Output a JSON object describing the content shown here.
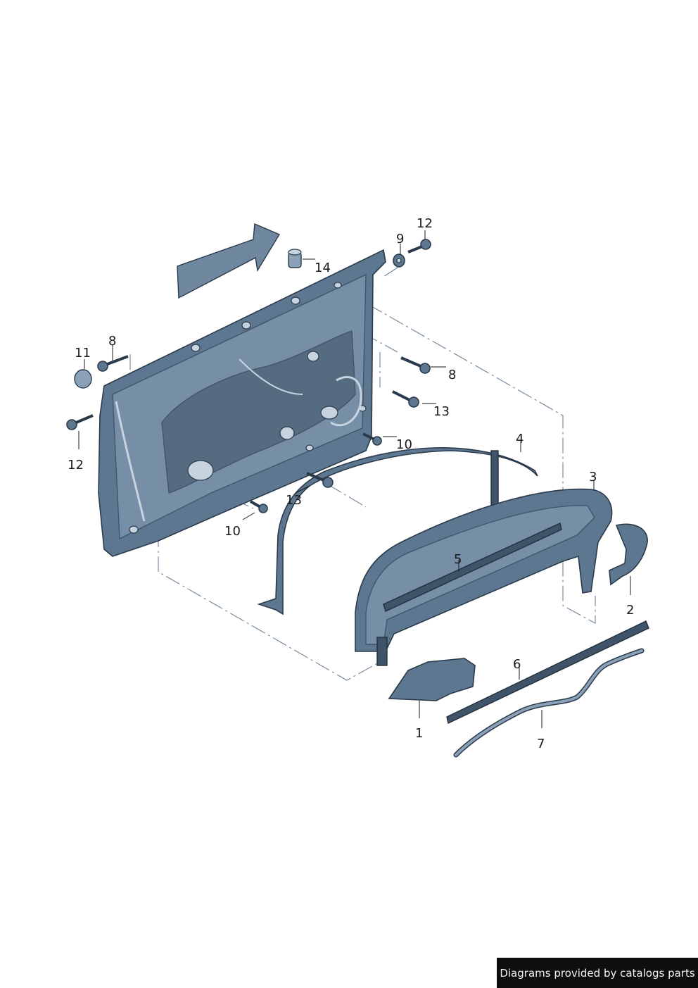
{
  "diagram": {
    "callouts": [
      {
        "id": "1",
        "label": "1"
      },
      {
        "id": "2",
        "label": "2"
      },
      {
        "id": "3",
        "label": "3"
      },
      {
        "id": "4",
        "label": "4"
      },
      {
        "id": "5",
        "label": "5"
      },
      {
        "id": "6",
        "label": "6"
      },
      {
        "id": "7",
        "label": "7"
      },
      {
        "id": "8a",
        "label": "8"
      },
      {
        "id": "8b",
        "label": "8"
      },
      {
        "id": "9",
        "label": "9"
      },
      {
        "id": "10a",
        "label": "10"
      },
      {
        "id": "10b",
        "label": "10"
      },
      {
        "id": "11",
        "label": "11"
      },
      {
        "id": "12a",
        "label": "12"
      },
      {
        "id": "12b",
        "label": "12"
      },
      {
        "id": "13a",
        "label": "13"
      },
      {
        "id": "13b",
        "label": "13"
      },
      {
        "id": "14",
        "label": "14"
      }
    ],
    "colors": {
      "part_fill": "#5e7790",
      "part_outline": "#2a3a4a",
      "leader_line": "#1a1a1a",
      "dashed_guide": "#6d8298"
    },
    "icons": {
      "direction_arrow": "travel-direction-arrow-icon"
    }
  },
  "footer": {
    "credit": "Diagrams provided by catalogs parts"
  }
}
